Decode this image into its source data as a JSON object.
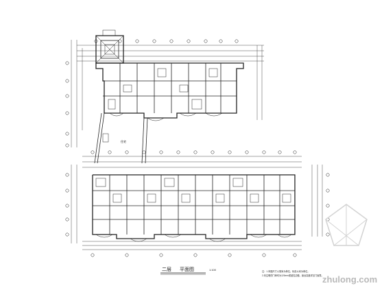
{
  "drawing": {
    "plan_title": "二层",
    "plan_title_suffix": "平面图",
    "title_note": "1:100",
    "upper_label": "住宅",
    "notes": [
      "注：1.本图尺寸以毫米为单位，标高以米为单位。",
      "2.未注明的门垛均为120mm或贴柱边做，窗台高度详见门窗表。"
    ]
  },
  "watermark": {
    "text": "zhulong.com",
    "logo_icon": "zhulong-logo-icon"
  }
}
